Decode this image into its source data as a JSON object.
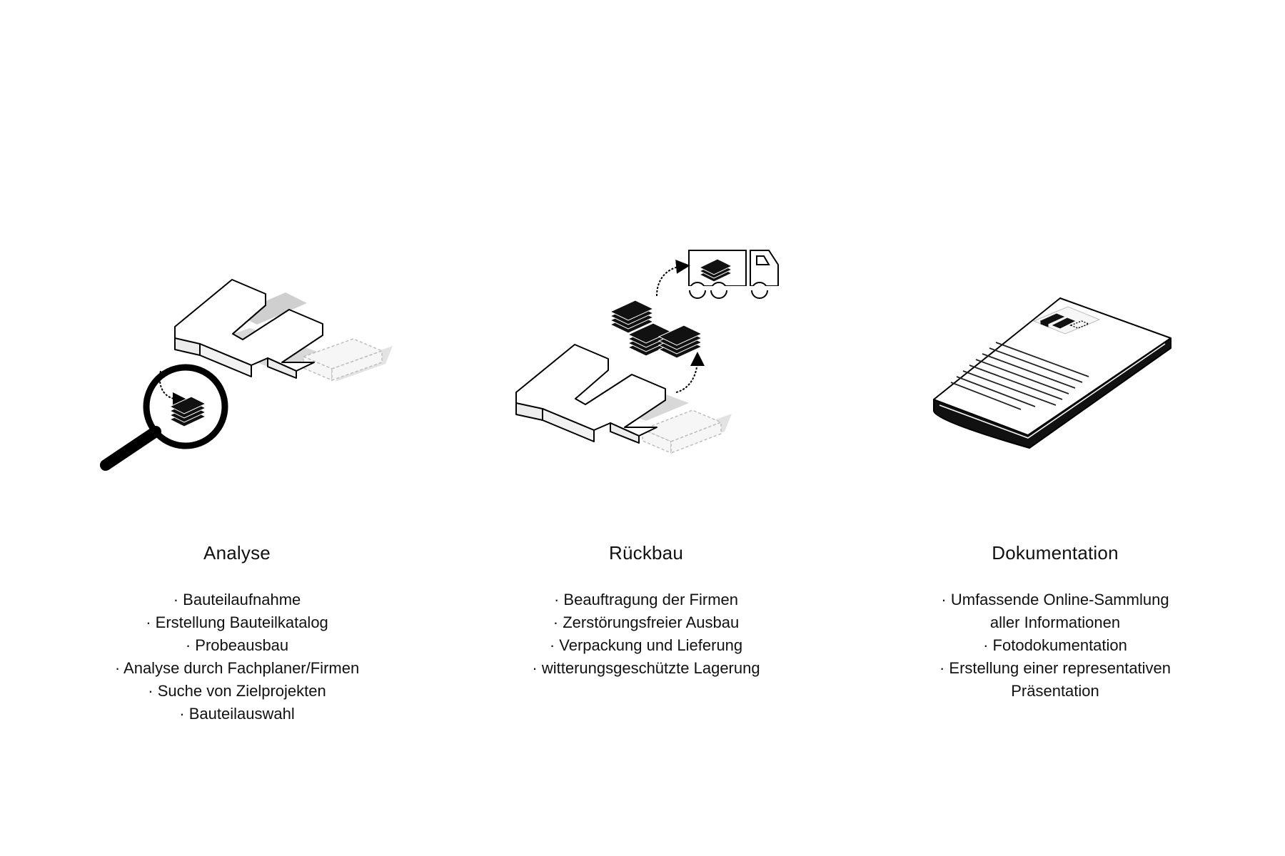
{
  "columns": [
    {
      "title": "Analyse",
      "items": [
        "· Bauteilaufnahme",
        "· Erstellung Bauteilkatalog",
        "· Probeausbau",
        "· Analyse durch Fachplaner/Firmen",
        "· Suche von Zielprojekten",
        "· Bauteilauswahl"
      ]
    },
    {
      "title": "Rückbau",
      "items": [
        "· Beauftragung der Firmen",
        "· Zerstörungsfreier Ausbau",
        "· Verpackung und Lieferung",
        "· witterungsgeschützte Lagerung"
      ]
    },
    {
      "title": "Dokumentation",
      "items": [
        "· Umfassende Online-Sammlung",
        "aller Informationen",
        "· Fotodokumentation",
        "· Erstellung einer representativen",
        "Präsentation"
      ]
    }
  ],
  "icons": [
    "building-with-magnifier-icon",
    "building-with-truck-icon",
    "document-book-icon"
  ]
}
